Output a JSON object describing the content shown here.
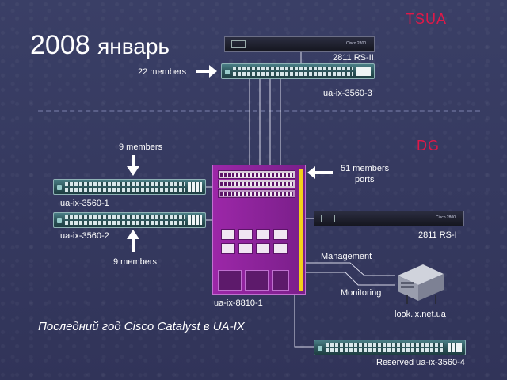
{
  "title": {
    "year": "2008",
    "month": "январь"
  },
  "sites": {
    "tsua": "TSUA",
    "dg": "DG"
  },
  "devices": {
    "router_tsua": {
      "label": "2811 RS-II"
    },
    "switch_3560_3": {
      "label": "ua-ix-3560-3",
      "members": "22 members"
    },
    "switch_3560_1": {
      "label": "ua-ix-3560-1",
      "members": "9 members"
    },
    "switch_3560_2": {
      "label": "ua-ix-3560-2",
      "members": "9 members"
    },
    "chassis_8810_1": {
      "label": "ua-ix-8810-1",
      "members_line1": "51 members",
      "members_line2": "ports"
    },
    "router_dg": {
      "label": "2811 RS-I"
    },
    "server": {
      "label": "look.ix.net.ua"
    },
    "switch_reserved": {
      "label": "Reserved ua-ix-3560-4"
    }
  },
  "links": {
    "management": "Management",
    "monitoring": "Monitoring"
  },
  "caption": "Последний год Cisco Catalyst в UA-IX",
  "colors": {
    "background": "#34385e",
    "site_label": "#e01848",
    "chassis": "#9c27a8",
    "switch": "#2b5358"
  }
}
